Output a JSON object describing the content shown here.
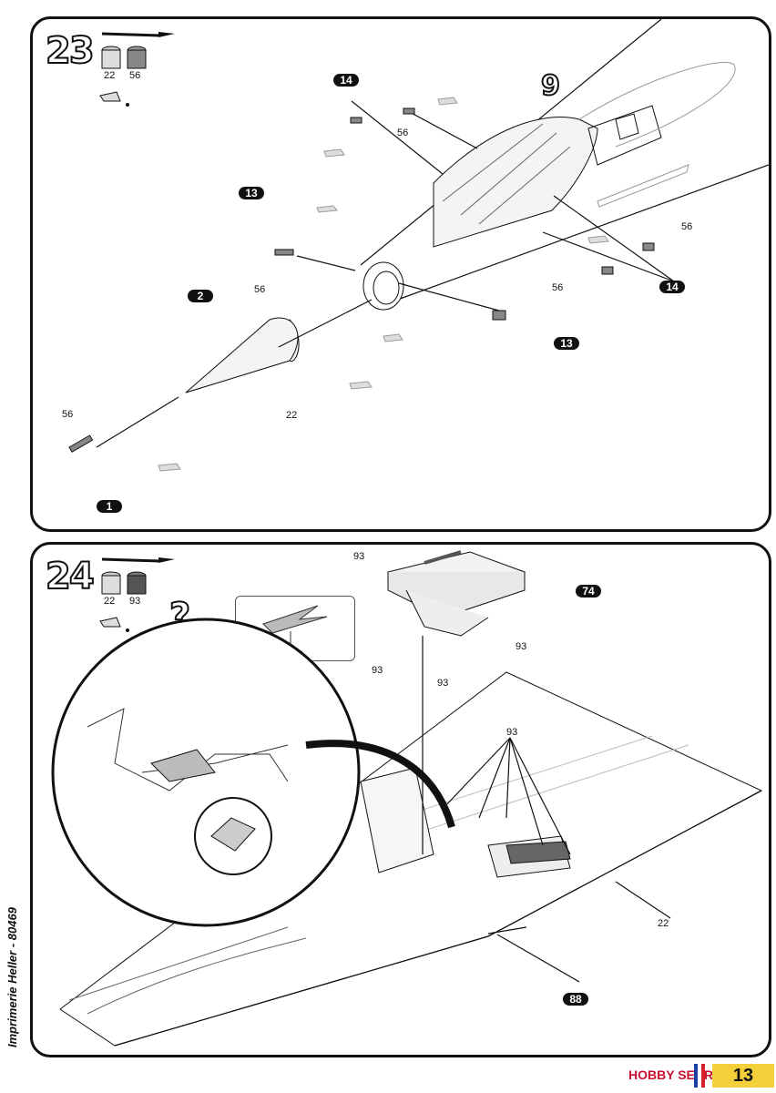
{
  "step23": {
    "number": "23",
    "paint_codes": [
      "22",
      "56"
    ],
    "big_callout": "9",
    "callouts": {
      "part14a": "14",
      "part14b": "14",
      "part13a": "13",
      "part13b": "13",
      "part2": "2",
      "part1": "1"
    },
    "labels": [
      "56",
      "56",
      "56",
      "56",
      "56",
      "22"
    ]
  },
  "step24": {
    "number": "24",
    "paint_codes": [
      "22",
      "93"
    ],
    "question": "?",
    "callouts": {
      "part74": "74",
      "part88": "88"
    },
    "labels": [
      "93",
      "93",
      "93",
      "93",
      "93",
      "93",
      "22"
    ]
  },
  "sidebar": {
    "text": "Imprimerie Heller - 80469"
  },
  "footer": {
    "brand": "HOBBY SEARCH",
    "page_number": "13",
    "flag_colors": [
      "#1b3fa0",
      "#ffffff",
      "#d8202a"
    ]
  }
}
